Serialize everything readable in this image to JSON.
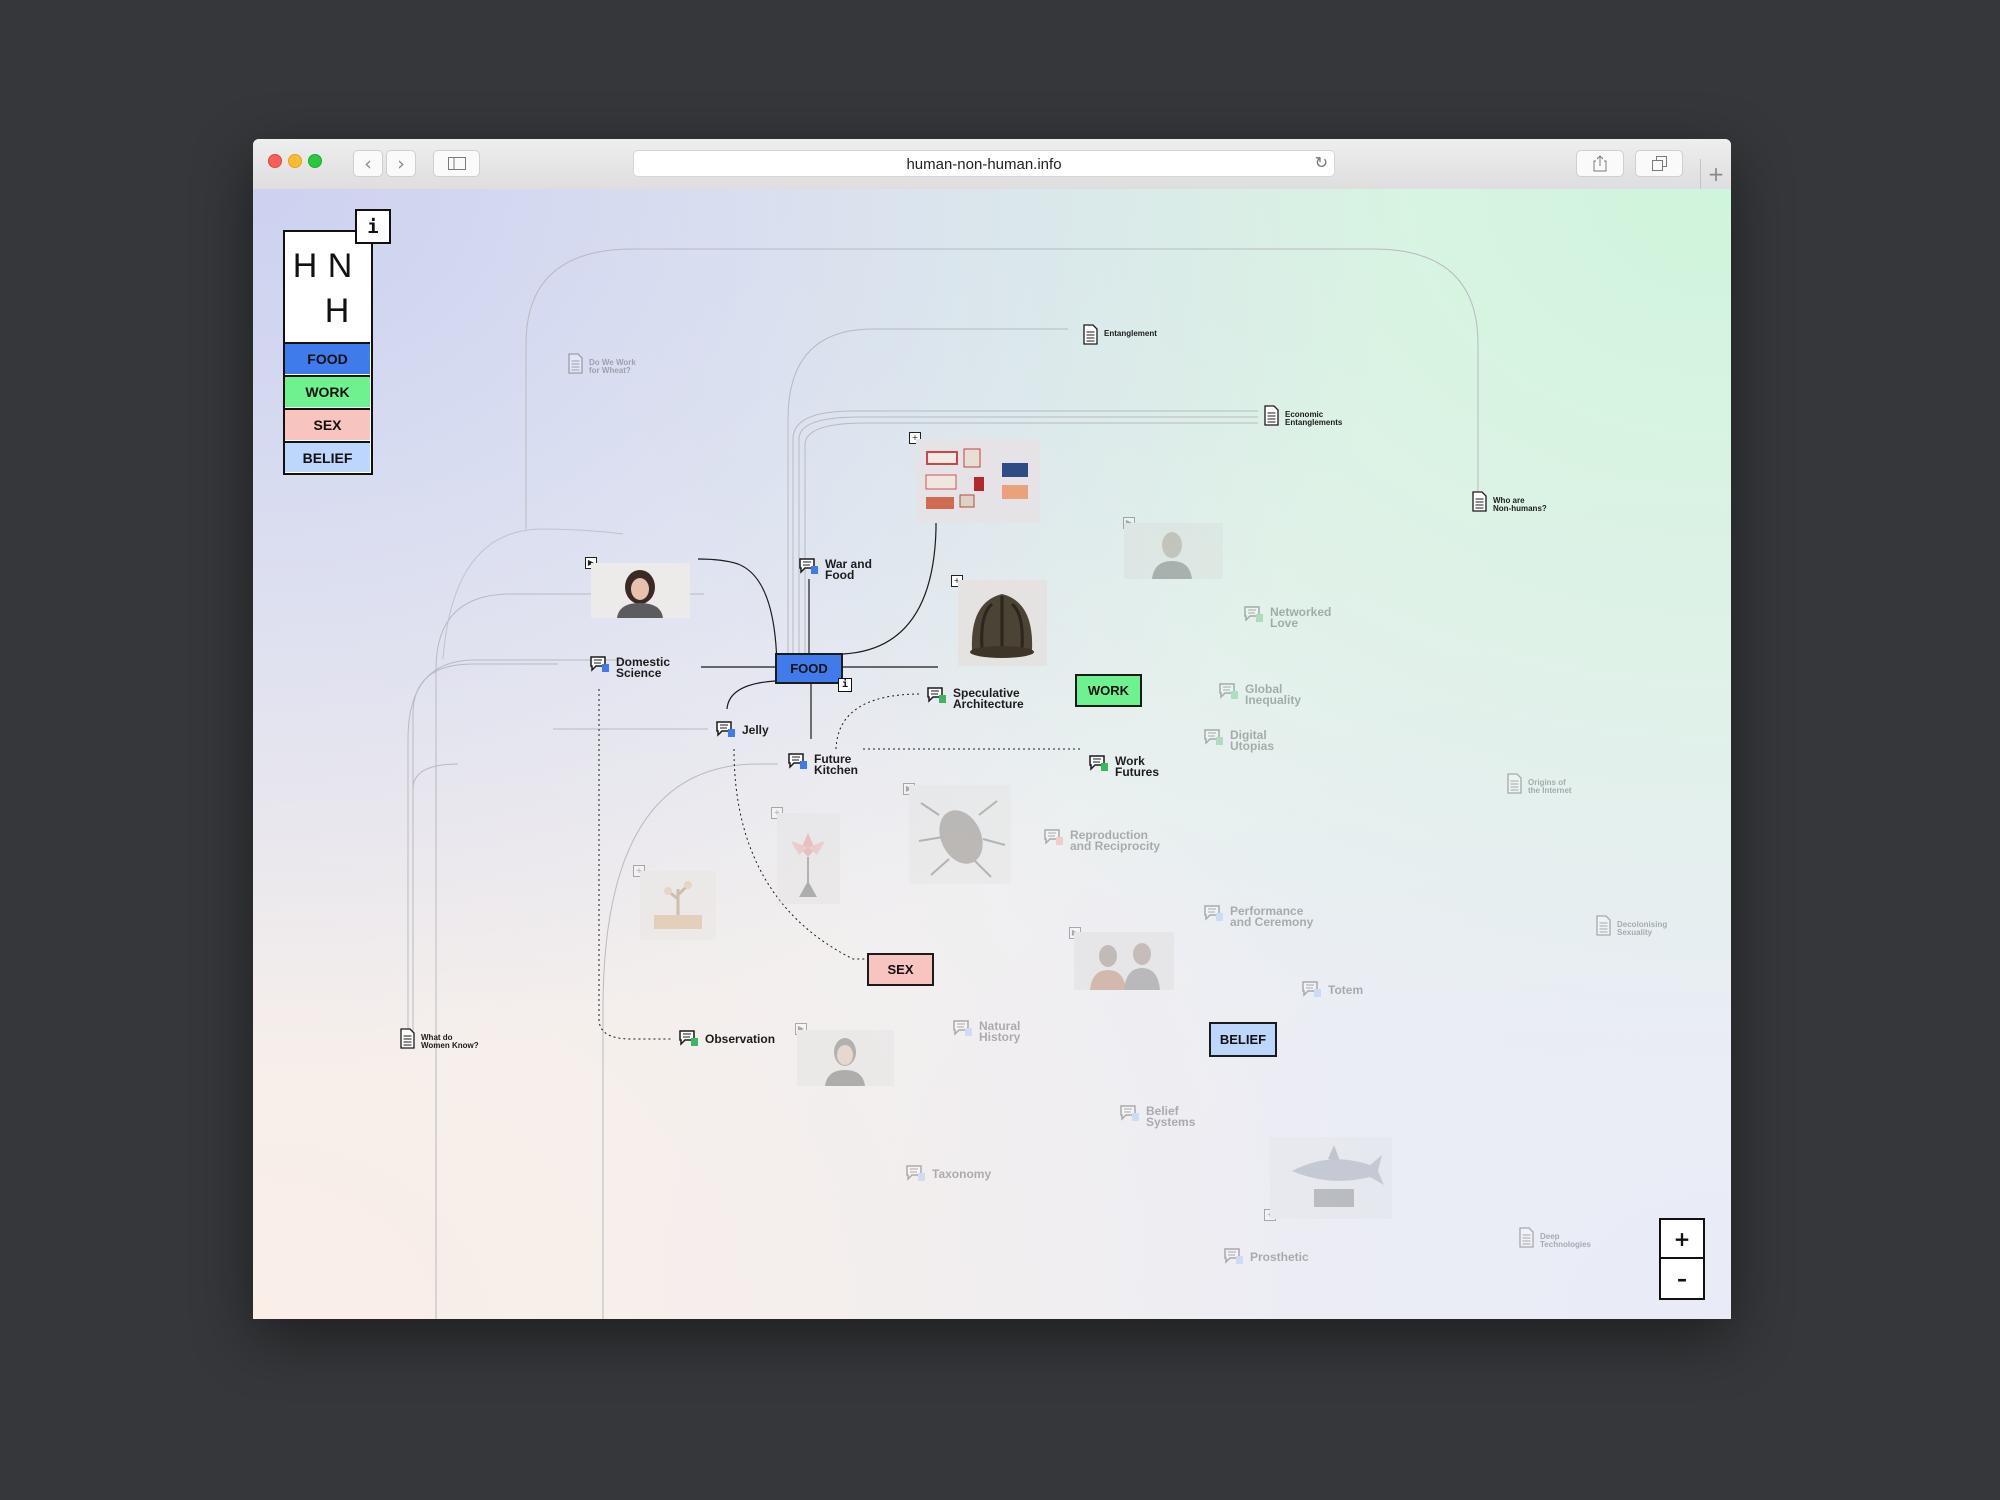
{
  "browser": {
    "url": "human-non-human.info",
    "back_icon": "chevron-left-icon",
    "forward_icon": "chevron-right-icon",
    "sidebar_icon": "sidebar-icon",
    "reload_icon": "reload-icon",
    "share_icon": "share-icon",
    "tabs_icon": "tabs-icon",
    "newtab_label": "+"
  },
  "logo": {
    "letters": [
      "H",
      "N",
      "H"
    ]
  },
  "info_button": {
    "label": "i"
  },
  "nav": [
    {
      "label": "FOOD",
      "color": "#3f7bea"
    },
    {
      "label": "WORK",
      "color": "#6ef28f"
    },
    {
      "label": "SEX",
      "color": "#f8c4c0"
    },
    {
      "label": "BELIEF",
      "color": "#bdd6fb"
    }
  ],
  "zoom": {
    "in_label": "+",
    "out_label": "–"
  },
  "categories": {
    "food": {
      "label": "FOOD",
      "color": "#3f7bea",
      "info": "i"
    },
    "work": {
      "label": "WORK",
      "color": "#6ef28f"
    },
    "sex": {
      "label": "SEX",
      "color": "#f8c4c0"
    },
    "belief": {
      "label": "BELIEF",
      "color": "#bdd6fb"
    }
  },
  "documents": {
    "entanglement": "Entanglement",
    "economic_entanglements": "Economic\nEntanglements",
    "who_are_non_humans": "Who are\nNon-humans?",
    "what_do_women_know": "What do\nWomen Know?",
    "do_we_work_for_wheat": "Do We Work\nfor Wheat?",
    "origins_of_internet": "Origins of\nthe Internet",
    "decolonising_sexuality": "Decolonising\nSexuality",
    "deep_technologies": "Deep\nTechnologies"
  },
  "topics": {
    "war_and_food": "War and\nFood",
    "domestic_science": "Domestic\nScience",
    "jelly": "Jelly",
    "future_kitchen": "Future\nKitchen",
    "speculative_architecture": "Speculative\nArchitecture",
    "work_futures": "Work\nFutures",
    "observation": "Observation",
    "networked_love": "Networked\nLove",
    "global_inequality": "Global\nInequality",
    "digital_utopias": "Digital\nUtopias",
    "reproduction_and_reciprocity": "Reproduction\nand Reciprocity",
    "performance_and_ceremony": "Performance\nand Ceremony",
    "totem": "Totem",
    "natural_history": "Natural\nHistory",
    "belief_systems": "Belief\nSystems",
    "taxonomy": "Taxonomy",
    "prosthetic": "Prosthetic"
  },
  "media_badges": {
    "video": "▶",
    "image": "+"
  },
  "colors": {
    "food": "#3f7bea",
    "work": "#6ef28f",
    "sex": "#f8c4c0",
    "belief": "#bdd6fb",
    "chat_food": "#3f7bea",
    "chat_work": "#3bb85f"
  }
}
